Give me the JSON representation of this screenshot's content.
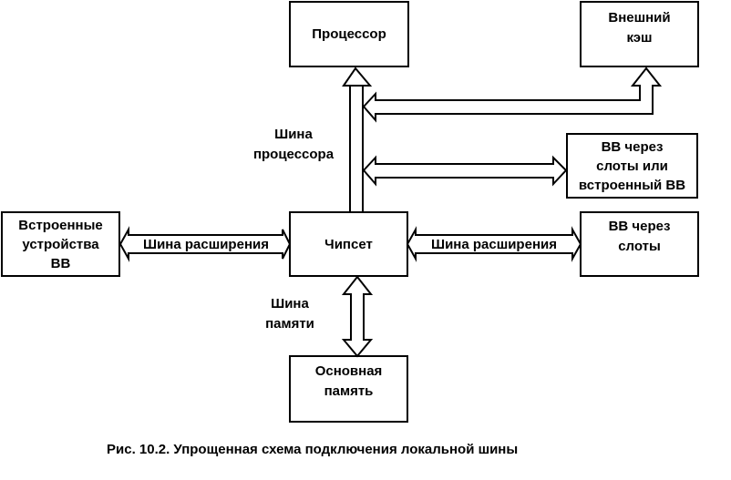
{
  "nodes": {
    "processor": "Процессор",
    "external_cache_1": "Внешний",
    "external_cache_2": "кэш",
    "io_slots_or_builtin_1": "ВВ через",
    "io_slots_or_builtin_2": "слоты или",
    "io_slots_or_builtin_3": "встроенный ВВ",
    "builtin_io_1": "Встроенные",
    "builtin_io_2": "устройства",
    "builtin_io_3": "ВВ",
    "chipset": "Чипсет",
    "io_slots_1": "ВВ через",
    "io_slots_2": "слоты",
    "main_memory_1": "Основная",
    "main_memory_2": "память"
  },
  "buses": {
    "processor_bus_1": "Шина",
    "processor_bus_2": "процессора",
    "expansion_bus_left": "Шина расширения",
    "expansion_bus_right": "Шина расширения",
    "memory_bus_1": "Шина",
    "memory_bus_2": "памяти"
  },
  "caption": "Рис. 10.2. Упрощенная схема подключения локальной шины"
}
